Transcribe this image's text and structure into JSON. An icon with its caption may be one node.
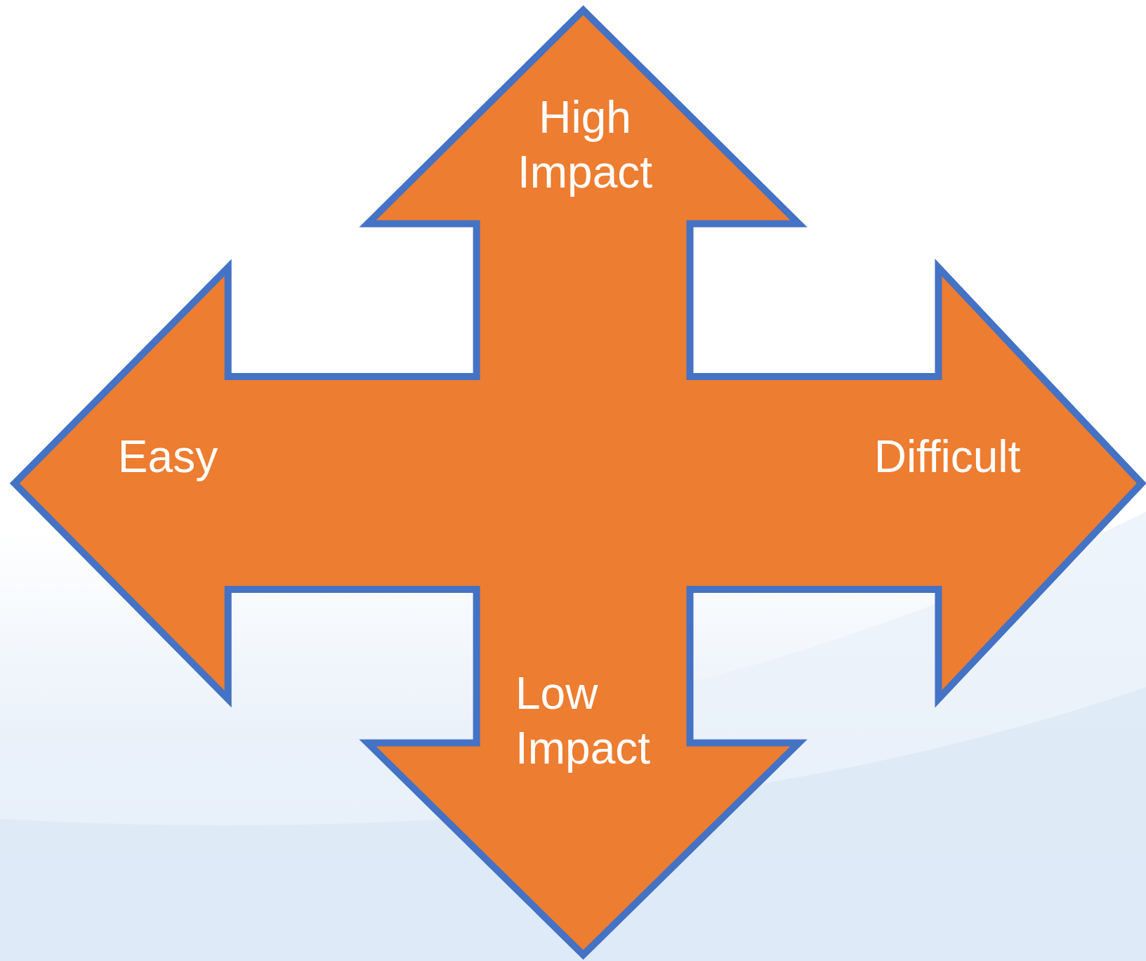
{
  "diagram": {
    "nodes": [
      {
        "text": [
          "High Impact",
          "Easy",
          "Difficult",
          "Low Impact"
        ]
      }
    ]
  }
}
